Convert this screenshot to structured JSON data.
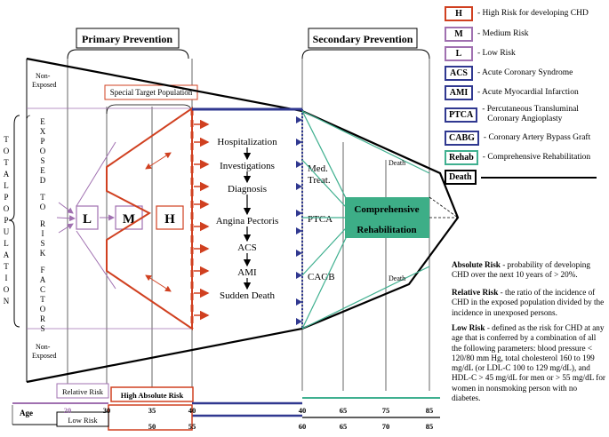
{
  "left": {
    "total_population": "TOTAL POPULATION",
    "non_exposed": "Non-Exposed",
    "exposed": "EXPOSED TO RISK FACTORS"
  },
  "primary": {
    "title": "Primary Prevention",
    "special_target": "Special Target Population",
    "boxes": [
      "L",
      "M",
      "H"
    ]
  },
  "events": [
    "Hospitalization",
    "Investigations",
    "Diagnosis",
    "Angina Pectoris",
    "ACS",
    "AMI",
    "Sudden Death"
  ],
  "secondary": {
    "title": "Secondary Prevention",
    "treatments": [
      "Med.",
      "Treat.",
      "PTCA",
      "CAGB"
    ],
    "rehab": [
      "Comprehensive",
      "Rehabilitation"
    ],
    "death": "Death"
  },
  "axis": {
    "age_label": "Age",
    "relative_risk": "Relative Risk",
    "high_absolute_risk": "High Absolute Risk",
    "low_risk": "Low Risk",
    "row1": [
      {
        "v": "20",
        "c": "#a070b0"
      },
      {
        "v": "30",
        "c": "#000"
      },
      {
        "v": "35",
        "c": "#000"
      },
      {
        "v": "40",
        "c": "#000"
      },
      {
        "v": "40",
        "c": "#000"
      },
      {
        "v": "65",
        "c": "#000"
      },
      {
        "v": "75",
        "c": "#000"
      },
      {
        "v": "85",
        "c": "#000"
      }
    ],
    "row2": [
      "50",
      "55",
      "60",
      "65",
      "70",
      "85"
    ]
  },
  "legend": [
    {
      "code": "H",
      "text": "- High Risk for developing CHD",
      "color": "#d04020"
    },
    {
      "code": "M",
      "text": "- Medium Risk",
      "color": "#a070b0"
    },
    {
      "code": "L",
      "text": "- Low Risk",
      "color": "#a070b0"
    },
    {
      "code": "ACS",
      "text": "- Acute Coronary Syndrome",
      "color": "#303890"
    },
    {
      "code": "AMI",
      "text": "- Acute Myocardial Infarction",
      "color": "#303890"
    },
    {
      "code": "PTCA",
      "text": "- Percutaneous Transluminal",
      "text2": "Coronary Angioplasty",
      "color": "#303890"
    },
    {
      "code": "CABG",
      "text": "- Coronary Artery Bypass Graft",
      "color": "#303890"
    },
    {
      "code": "Rehab",
      "text": "- Comprehensive Rehabilitation",
      "color": "#40b090"
    },
    {
      "code": "Death",
      "text": "",
      "color": "#000000"
    }
  ],
  "definitions": [
    {
      "term": "Absolute Risk",
      "text": " - probability of developing CHD over the next 10 years of  >  20%."
    },
    {
      "term": "Relative Risk",
      "text": " - the ratio of the incidence of CHD in the exposed population divided by  the incidence in unexposed persons."
    },
    {
      "term": "Low Risk",
      "text": " - defined as the risk for CHD at any age that is conferred by a combination of all the following parameters: blood pressure < 120/80 mm Hg, total cholesterol 160 to 199 mg/dL (or LDL-C 100 to 129 mg/dL), and HDL-C > 45 mg/dL for men or > 55 mg/dL for women in nonsmoking person with no diabetes."
    }
  ],
  "colors": {
    "red": "#d04020",
    "purple": "#a070b0",
    "blue": "#303890",
    "teal": "#40b090",
    "rehab_fill": "#3dae87"
  }
}
